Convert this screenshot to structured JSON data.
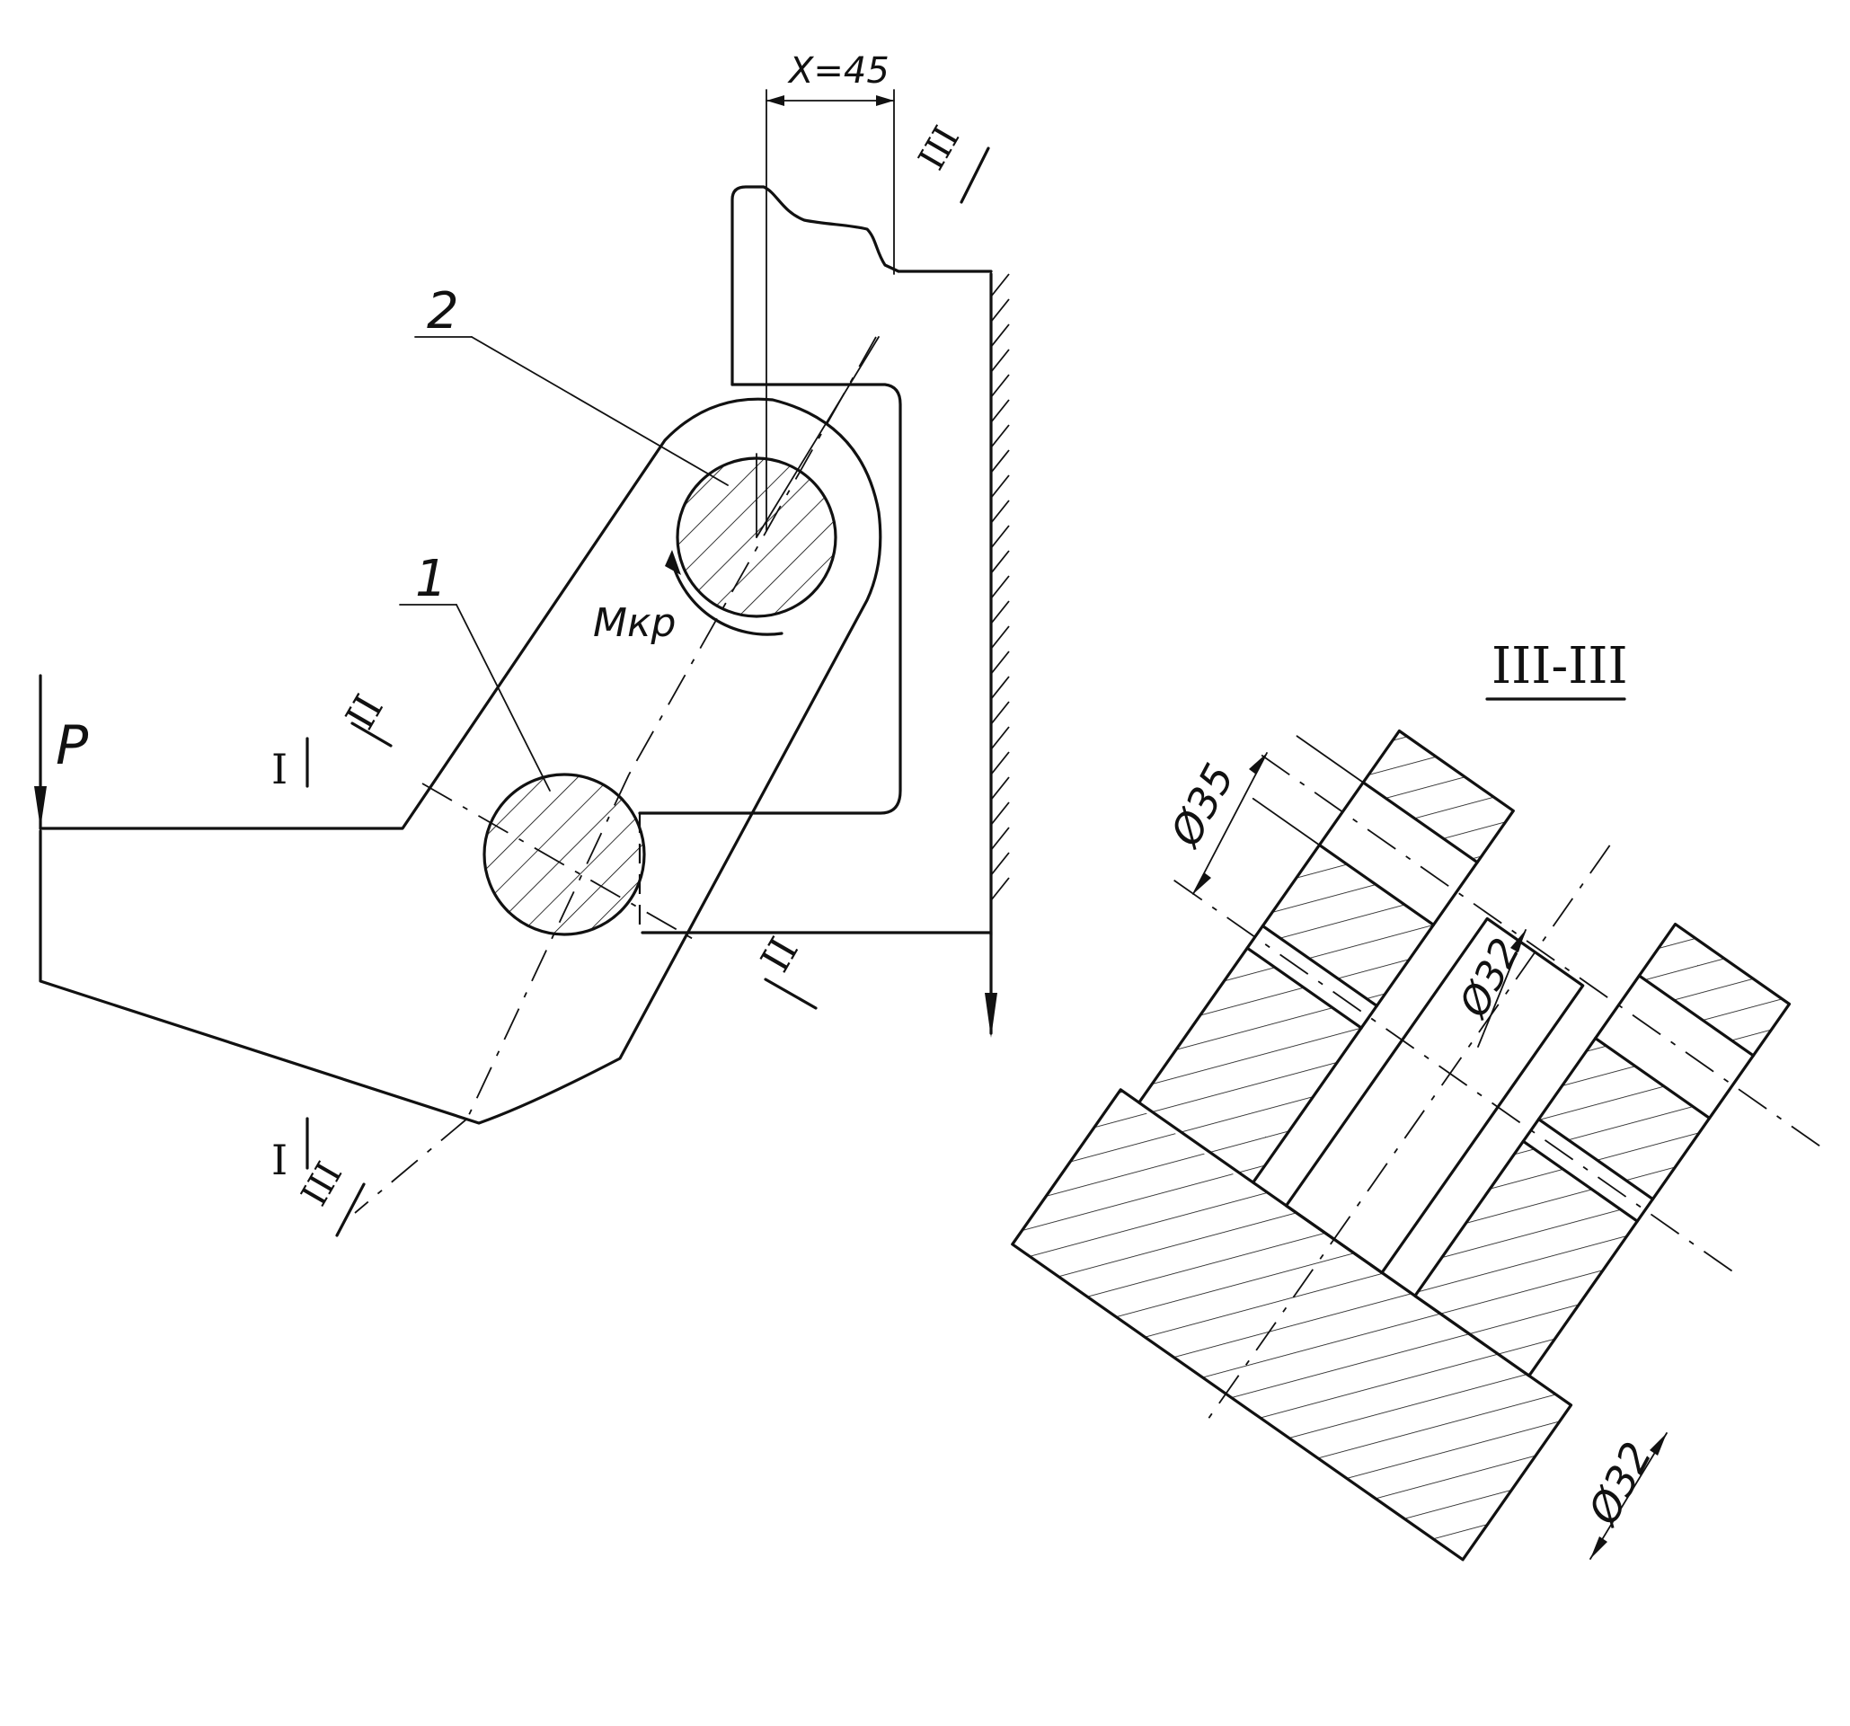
{
  "dimension_x": "X=45",
  "force_label": "P",
  "moment_label": "Mкр",
  "part_1_label": "1",
  "part_2_label": "2",
  "section_I": "I",
  "section_II": "II",
  "section_III": "III",
  "section_view_title": "III-III",
  "diameter_35": "Ø35",
  "diameter_32_inner": "Ø32",
  "diameter_32_outer": "Ø32"
}
